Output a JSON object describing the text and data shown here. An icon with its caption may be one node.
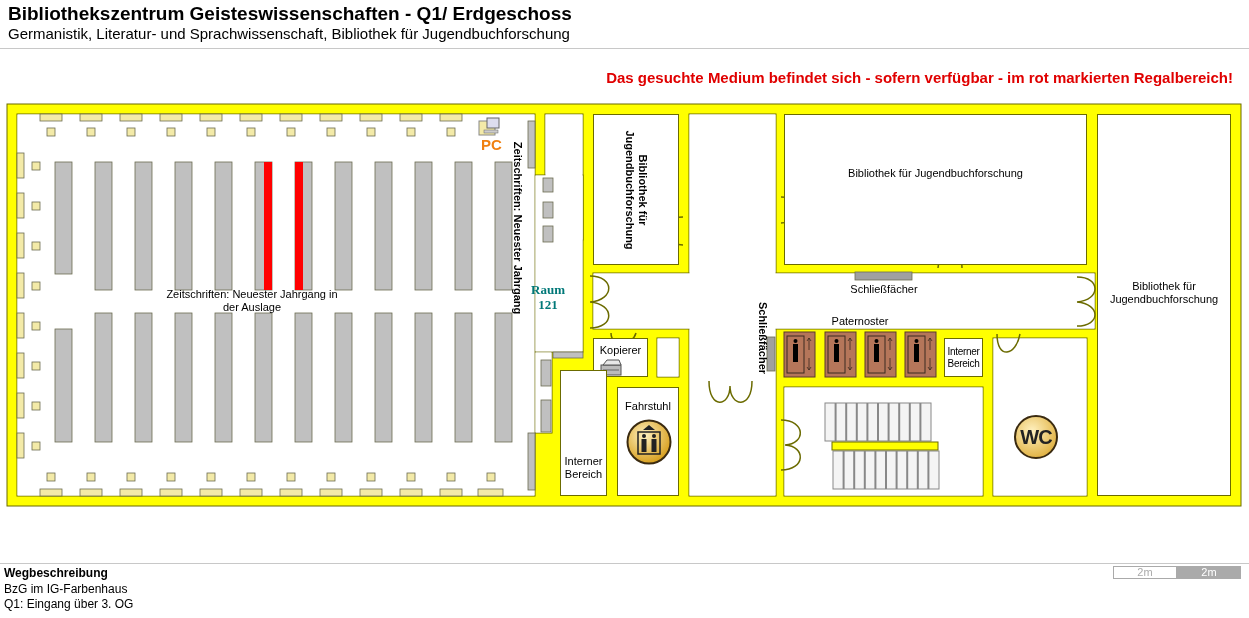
{
  "diagram": {
    "title": "Bibliothekszentrum Geisteswissenschaften - Q1/ Erdgeschoss",
    "nodes": [
      {
        "text": [
          "Bibliothek für Jugendbuchforschung"
        ]
      },
      {
        "text": [
          "Bibliothek für Jugendbuchforschung"
        ]
      },
      {
        "text": [
          "Bibliothek für Jugendbuchforschung"
        ]
      },
      {
        "text": [
          "Kopierer"
        ]
      },
      {
        "text": [
          "Interner Bereich"
        ]
      },
      {
        "text": [
          "Interner Bereich"
        ]
      },
      {
        "text": [
          "Fahrstuhl"
        ]
      },
      {
        "text": [
          "WC"
        ]
      }
    ],
    "labels": [
      "Germanistik, Literatur- und Sprachwissenschaft, Bibliothek für Jugendbuchforschung",
      "Das gesuchte Medium befindet sich - sofern verfügbar - im rot markierten Regalbereich!",
      "PC",
      "Zeitschriften: Neuester Jahrgang",
      "Raum 121",
      "Zeitschriften: Neuester Jahrgang in der Auslage",
      "Schließfächer",
      "Schließfächer",
      "Paternoster",
      "Wegbeschreibung",
      "BzG im IG-Farbenhaus",
      "Q1: Eingang über 3. OG",
      "2m",
      "2m"
    ]
  }
}
